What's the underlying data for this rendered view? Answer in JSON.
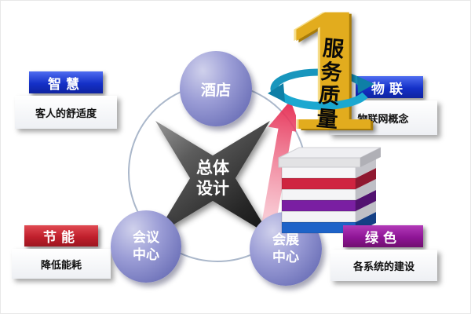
{
  "diagram": {
    "center": {
      "label": "总体设计"
    },
    "nodes": {
      "hotel": {
        "label": "酒店"
      },
      "conference": {
        "label": "会议中心"
      },
      "exhibition": {
        "label": "会展中心"
      }
    },
    "callouts": {
      "smart": {
        "header": "智慧",
        "body": "客人的舒适度",
        "header_color": "#1430c8"
      },
      "energy": {
        "header": "节能",
        "body": "降低能耗",
        "header_color": "#c01f2c"
      },
      "iot": {
        "header": "物联",
        "body": "物联网概念",
        "header_color": "#1430c8"
      },
      "green": {
        "header": "绿色",
        "body": "各系统的建设",
        "header_color": "#8e1596"
      }
    },
    "banner": {
      "number": "1",
      "label": "服务质量",
      "color": "#e2ac1e"
    },
    "colors": {
      "node_ellipse": "#8d8fd0",
      "center_star": "#3a3a3a",
      "ring": "#aab7ca",
      "up_arrow": "#e5274e",
      "circular_arrows": "#1aa6cc",
      "stack_layers_bottom_to_top": [
        "#1e63c8",
        "#f4f4f6",
        "#7a1fa2",
        "#f4f4f6",
        "#cf2440",
        "#f6f6f8",
        "#e2e2e4"
      ]
    }
  }
}
